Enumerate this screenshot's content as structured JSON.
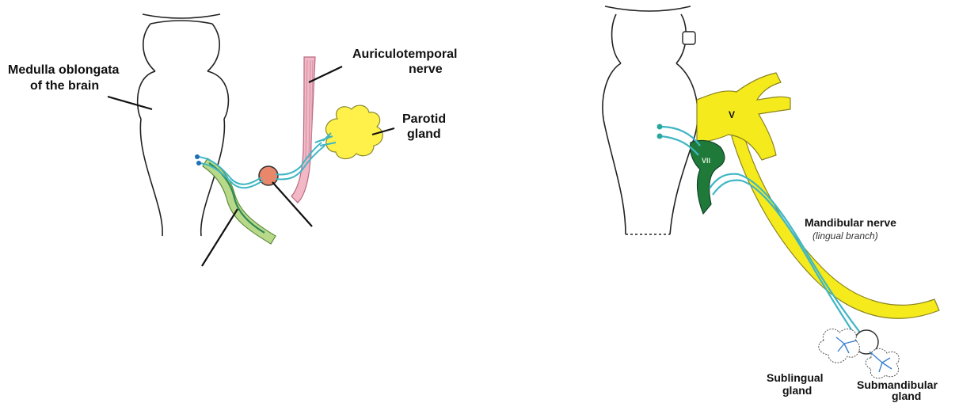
{
  "left_diagram": {
    "labels": {
      "medulla_line1": "Medulla oblongata",
      "medulla_line2": "of the brain",
      "auriculotemporal_line1": "Auriculotemporal",
      "auriculotemporal_line2": "nerve",
      "parotid_line1": "Parotid",
      "parotid_line2": "gland"
    }
  },
  "right_diagram": {
    "labels": {
      "trigeminal_mark": "V",
      "facial_mark": "VII",
      "mandibular_line1": "Mandibular nerve",
      "mandibular_line2": "(lingual branch)",
      "sublingual_line1": "Sublingual",
      "sublingual_line2": "gland",
      "submandibular_line1": "Submandibular",
      "submandibular_line2": "gland"
    }
  },
  "colors": {
    "nerve_fiber": "#3fb6c4",
    "nerve_green_light": "#b9d98a",
    "nerve_green_dark": "#1f7a3a",
    "auriculotemporal": "#f2b8c6",
    "parotid": "#fff04a",
    "trigeminal": "#f5ea1c",
    "otic_ganglion": "#e8876a",
    "gland_branch": "#3a7fd0"
  }
}
